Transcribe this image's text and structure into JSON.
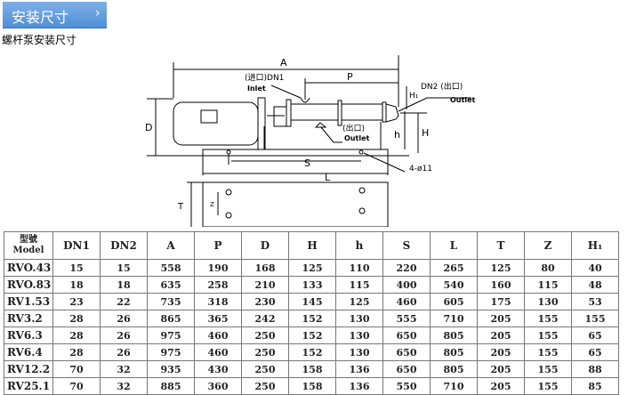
{
  "header": {
    "title": "安装尺寸",
    "chevron": "›"
  },
  "subtitle": "螺杆泵安装尺寸",
  "diagram": {
    "A": "A",
    "P": "P",
    "D": "D",
    "H": "H",
    "h": "h",
    "H1": "H₁",
    "S": "S",
    "L": "L",
    "T": "T",
    "Z": "Z",
    "inlet_cn": "(进口)DN1",
    "inlet_en": "Inlet",
    "dn2": "DN2 (出口)",
    "outlet_en1": "Outlet",
    "outlet_cn": "(出口)",
    "outlet_en2": "Outlet",
    "holes": "4-ø11"
  },
  "table": {
    "model_header_cn": "型號",
    "model_header_en": "Model",
    "columns": [
      "DN1",
      "DN2",
      "A",
      "P",
      "D",
      "H",
      "h",
      "S",
      "L",
      "T",
      "Z",
      "H₁"
    ],
    "rows": [
      [
        "RVO.43",
        "15",
        "15",
        "558",
        "190",
        "168",
        "125",
        "110",
        "220",
        "265",
        "125",
        "80",
        "40"
      ],
      [
        "RVO.83",
        "18",
        "18",
        "635",
        "258",
        "210",
        "133",
        "115",
        "400",
        "540",
        "160",
        "115",
        "48"
      ],
      [
        "RV1.53",
        "23",
        "22",
        "735",
        "318",
        "230",
        "145",
        "125",
        "460",
        "605",
        "175",
        "130",
        "53"
      ],
      [
        "RV3.2",
        "28",
        "26",
        "865",
        "365",
        "242",
        "152",
        "130",
        "555",
        "710",
        "205",
        "155",
        "155"
      ],
      [
        "RV6.3",
        "28",
        "26",
        "975",
        "460",
        "250",
        "152",
        "130",
        "650",
        "805",
        "205",
        "155",
        "65"
      ],
      [
        "RV6.4",
        "28",
        "26",
        "975",
        "460",
        "250",
        "152",
        "130",
        "650",
        "805",
        "205",
        "155",
        "65"
      ],
      [
        "RV12.2",
        "70",
        "32",
        "935",
        "430",
        "250",
        "158",
        "136",
        "650",
        "805",
        "205",
        "155",
        "88"
      ],
      [
        "RV25.1",
        "70",
        "32",
        "885",
        "360",
        "250",
        "158",
        "136",
        "550",
        "710",
        "205",
        "155",
        "85"
      ]
    ]
  }
}
